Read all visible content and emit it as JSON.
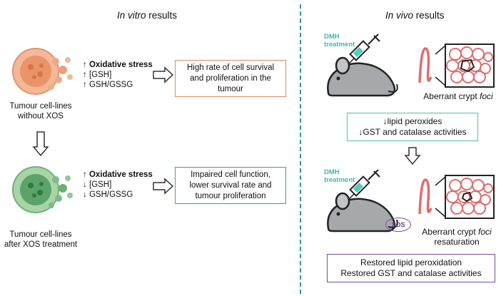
{
  "left": {
    "title_prefix": "In vitro",
    "title_suffix": " results",
    "top": {
      "caption_line1": "Tumour cell-lines",
      "caption_line2": "without XOS",
      "markers": [
        {
          "arrow": "↑",
          "text": "Oxidative stress"
        },
        {
          "arrow": "↑",
          "text": "[GSH]"
        },
        {
          "arrow": "↑",
          "text": "GSH/GSSG"
        }
      ],
      "result_line1": "High rate of cell survival",
      "result_line2": "and proliferation in the",
      "result_line3": "tumour"
    },
    "bottom": {
      "caption_line1": "Tumour cell-lines",
      "caption_line2": "after XOS treatment",
      "markers": [
        {
          "arrow": "↑",
          "text": "Oxidative stress"
        },
        {
          "arrow": "↓",
          "text": "[GSH]"
        },
        {
          "arrow": "↓",
          "text": "GSH/GSSG"
        }
      ],
      "result_line1": "Impaired cell function,",
      "result_line2": "lower survival rate and",
      "result_line3": "tumour proliferation"
    }
  },
  "right": {
    "title_prefix": "In vivo",
    "title_suffix": " results",
    "top": {
      "dmh_line1": "DMH",
      "dmh_line2": "treatment",
      "crypt_label": "Aberrant crypt ",
      "crypt_label_italic": "foci",
      "result_line1": "↓lipid peroxides",
      "result_line2": "↓GST and catalase activities"
    },
    "bottom": {
      "dmh_line1": "DMH",
      "dmh_line2": "treatment",
      "xos_label": "XOS",
      "crypt_label": "Aberrant crypt ",
      "crypt_label_italic": "foci",
      "crypt_label_line2": "resaturation",
      "result_line1": "Restored lipid peroxidation",
      "result_line2": "Restored GST and catalase activities"
    }
  },
  "colors": {
    "orange": "#d98a5c",
    "green": "#4aa35a",
    "teal": "#44c4b6",
    "purple": "#7b4a9d",
    "divider": "#2a9a94",
    "crypt": "#e06d6d"
  }
}
